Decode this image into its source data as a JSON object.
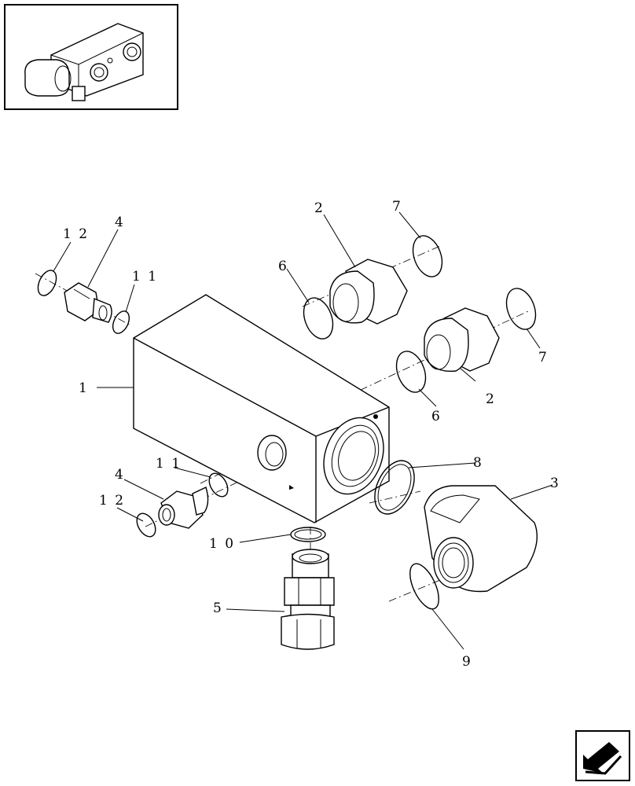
{
  "callouts": [
    {
      "id": "c1",
      "text": "1"
    },
    {
      "id": "c2a",
      "text": "2"
    },
    {
      "id": "c2b",
      "text": "2"
    },
    {
      "id": "c3",
      "text": "3"
    },
    {
      "id": "c4a",
      "text": "4"
    },
    {
      "id": "c4b",
      "text": "4"
    },
    {
      "id": "c5",
      "text": "5"
    },
    {
      "id": "c6a",
      "text": "6"
    },
    {
      "id": "c6b",
      "text": "6"
    },
    {
      "id": "c7a",
      "text": "7"
    },
    {
      "id": "c7b",
      "text": "7"
    },
    {
      "id": "c8",
      "text": "8"
    },
    {
      "id": "c9",
      "text": "9"
    },
    {
      "id": "c10",
      "text": "1 0"
    },
    {
      "id": "c11a",
      "text": "1 1"
    },
    {
      "id": "c11b",
      "text": "1 1"
    },
    {
      "id": "c12a",
      "text": "1 2"
    },
    {
      "id": "c12b",
      "text": "1 2"
    }
  ],
  "icons": {
    "thumbnail": "assembly-thumbnail-icon",
    "navigation": "previous-page-arrow-icon"
  },
  "colors": {
    "line": "#000000",
    "background": "#ffffff"
  }
}
